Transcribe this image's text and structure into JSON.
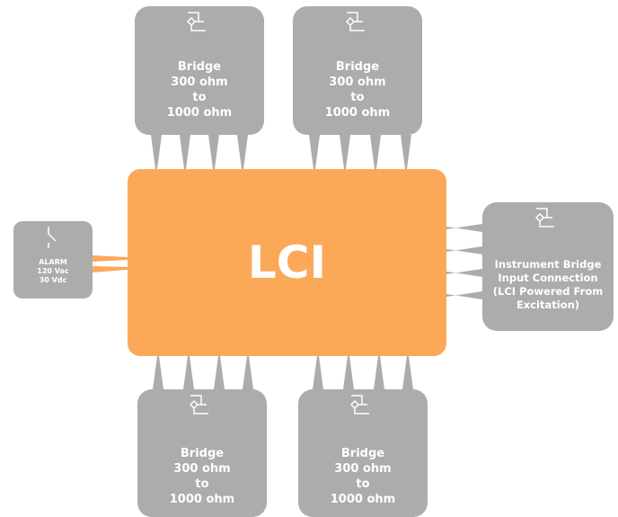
{
  "center": {
    "label": "LCI"
  },
  "colors": {
    "center_fill": "#FBA959",
    "box_fill": "#ACACAC",
    "icon_stroke": "#FFFFFF",
    "text": "#FFFFFF"
  },
  "bridge_top_left": {
    "line1": "Bridge",
    "line2": "300 ohm",
    "line3": "to",
    "line4": "1000 ohm",
    "icon": "bridge-sensor-icon"
  },
  "bridge_top_right": {
    "line1": "Bridge",
    "line2": "300 ohm",
    "line3": "to",
    "line4": "1000 ohm",
    "icon": "bridge-sensor-icon"
  },
  "bridge_bottom_left": {
    "line1": "Bridge",
    "line2": "300 ohm",
    "line3": "to",
    "line4": "1000 ohm",
    "icon": "bridge-sensor-icon"
  },
  "bridge_bottom_right": {
    "line1": "Bridge",
    "line2": "300 ohm",
    "line3": "to",
    "line4": "1000 ohm",
    "icon": "bridge-sensor-icon"
  },
  "alarm": {
    "line1": "ALARM",
    "line2": "120 Vac",
    "line3": "30 Vdc",
    "icon": "switch-icon"
  },
  "instrument": {
    "line1": "Instrument Bridge",
    "line2": "Input Connection",
    "line3": "(LCI Powered From",
    "line4": "Excitation)",
    "icon": "bridge-sensor-icon"
  }
}
